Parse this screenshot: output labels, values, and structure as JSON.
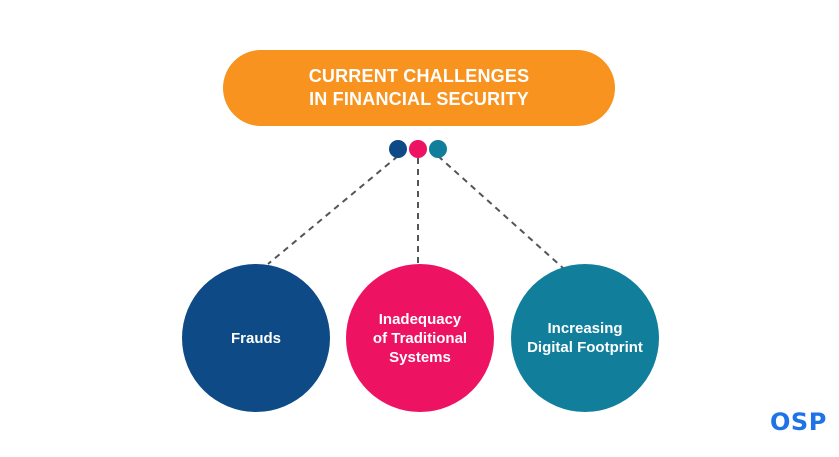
{
  "title": {
    "line1": "CURRENT CHALLENGES",
    "line2": "IN FINANCIAL SECURITY"
  },
  "nodes": [
    {
      "lines": [
        "Frauds"
      ]
    },
    {
      "lines": [
        "Inadequacy",
        "of Traditional",
        "Systems"
      ]
    },
    {
      "lines": [
        "Increasing",
        "Digital Footprint"
      ]
    }
  ],
  "logo": "OSP",
  "colors": {
    "title_bg": "#f7931e",
    "navy": "#0d4a86",
    "pink": "#ee1263",
    "teal": "#117f9b",
    "logo": "#1e73e8",
    "connector": "#555555"
  }
}
